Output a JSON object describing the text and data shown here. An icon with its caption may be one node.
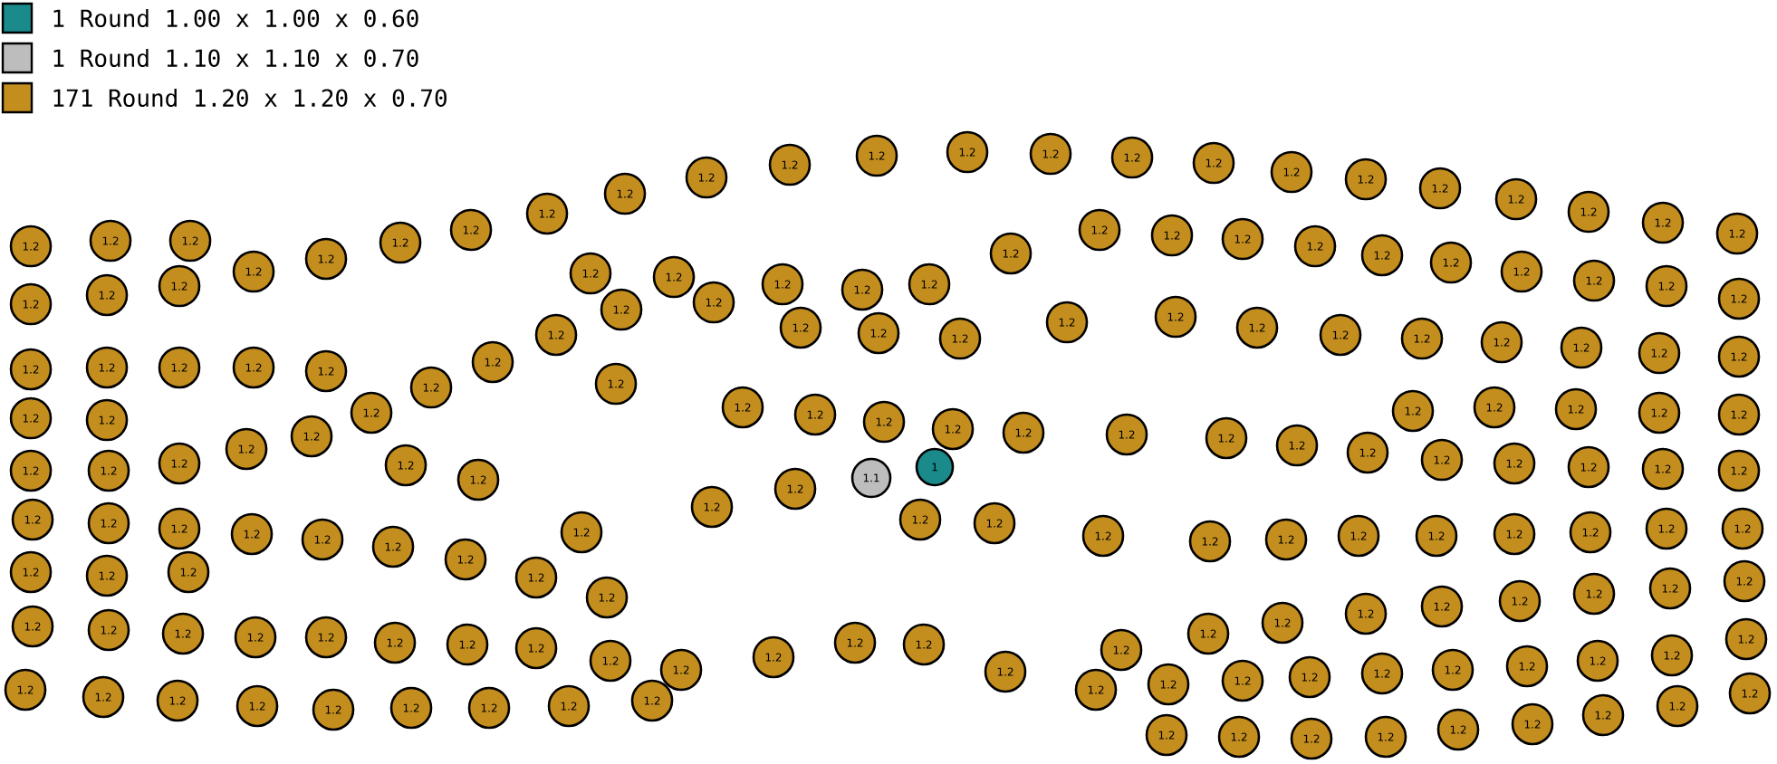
{
  "diagram": {
    "nodes": [
      {
        "text": [
          "1.2"
        ]
      },
      {
        "text": [
          "1.2"
        ]
      },
      {
        "text": [
          "1.2"
        ]
      },
      {
        "text": [
          "1.2"
        ]
      },
      {
        "text": [
          "1.2"
        ]
      },
      {
        "text": [
          "1.2"
        ]
      },
      {
        "text": [
          "1.2"
        ]
      },
      {
        "text": [
          "1.2"
        ]
      },
      {
        "text": [
          "1.2"
        ]
      },
      {
        "text": [
          "1.2"
        ]
      },
      {
        "text": [
          "1.2"
        ]
      },
      {
        "text": [
          "1.2"
        ]
      },
      {
        "text": [
          "1.2"
        ]
      },
      {
        "text": [
          "1.2"
        ]
      },
      {
        "text": [
          "1.2"
        ]
      },
      {
        "text": [
          "1.2"
        ]
      },
      {
        "text": [
          "1.2"
        ]
      },
      {
        "text": [
          "1.2"
        ]
      },
      {
        "text": [
          "1.2"
        ]
      },
      {
        "text": [
          "1.2"
        ]
      },
      {
        "text": [
          "1.2"
        ]
      },
      {
        "text": [
          "1.2"
        ]
      },
      {
        "text": [
          "1.2"
        ]
      },
      {
        "text": [
          "1.2"
        ]
      },
      {
        "text": [
          "1.2"
        ]
      },
      {
        "text": [
          "1.2"
        ]
      },
      {
        "text": [
          "1.2"
        ]
      },
      {
        "text": [
          "1.2"
        ]
      },
      {
        "text": [
          "1.2"
        ]
      },
      {
        "text": [
          "1.2"
        ]
      },
      {
        "text": [
          "1.2"
        ]
      },
      {
        "text": [
          "1.2"
        ]
      },
      {
        "text": [
          "1.2"
        ]
      },
      {
        "text": [
          "1.2"
        ]
      },
      {
        "text": [
          "1.2"
        ]
      },
      {
        "text": [
          "1.2"
        ]
      },
      {
        "text": [
          "1.2"
        ]
      },
      {
        "text": [
          "1.2"
        ]
      },
      {
        "text": [
          "1.2"
        ]
      },
      {
        "text": [
          "1.2"
        ]
      },
      {
        "text": [
          "1.2"
        ]
      },
      {
        "text": [
          "1.2"
        ]
      },
      {
        "text": [
          "1.2"
        ]
      },
      {
        "text": [
          "1.2"
        ]
      },
      {
        "text": [
          "1.2"
        ]
      },
      {
        "text": [
          "1.2"
        ]
      },
      {
        "text": [
          "1.2"
        ]
      },
      {
        "text": [
          "1.2"
        ]
      },
      {
        "text": [
          "1.2"
        ]
      },
      {
        "text": [
          "1.2"
        ]
      },
      {
        "text": [
          "1.2"
        ]
      },
      {
        "text": [
          "1.2"
        ]
      },
      {
        "text": [
          "1.2"
        ]
      },
      {
        "text": [
          "1.2"
        ]
      },
      {
        "text": [
          "1.2"
        ]
      },
      {
        "text": [
          "1.2"
        ]
      },
      {
        "text": [
          "1.2"
        ]
      },
      {
        "text": [
          "1.2"
        ]
      },
      {
        "text": [
          "1.2"
        ]
      },
      {
        "text": [
          "1.2"
        ]
      },
      {
        "text": [
          "1.2"
        ]
      },
      {
        "text": [
          "1.2"
        ]
      },
      {
        "text": [
          "1.2"
        ]
      },
      {
        "text": [
          "1.2"
        ]
      },
      {
        "text": [
          "1.2"
        ]
      },
      {
        "text": [
          "1.2"
        ]
      },
      {
        "text": [
          "1.2"
        ]
      },
      {
        "text": [
          "1.2"
        ]
      },
      {
        "text": [
          "1.2"
        ]
      },
      {
        "text": [
          "1.2"
        ]
      },
      {
        "text": [
          "1.2"
        ]
      },
      {
        "text": [
          "1.2"
        ]
      },
      {
        "text": [
          "1.2"
        ]
      },
      {
        "text": [
          "1.2"
        ]
      },
      {
        "text": [
          "1.2"
        ]
      },
      {
        "text": [
          "1.2"
        ]
      },
      {
        "text": [
          "1.2"
        ]
      },
      {
        "text": [
          "1.2"
        ]
      },
      {
        "text": [
          "1.2"
        ]
      },
      {
        "text": [
          "1.2"
        ]
      },
      {
        "text": [
          "1.2"
        ]
      },
      {
        "text": [
          "1.2"
        ]
      },
      {
        "text": [
          "1.2"
        ]
      },
      {
        "text": [
          "1.2"
        ]
      },
      {
        "text": [
          "1.2"
        ]
      },
      {
        "text": [
          "1.2"
        ]
      },
      {
        "text": [
          "1.2"
        ]
      },
      {
        "text": [
          "1.2"
        ]
      },
      {
        "text": [
          "1.2"
        ]
      },
      {
        "text": [
          "1.2"
        ]
      },
      {
        "text": [
          "1.2"
        ]
      },
      {
        "text": [
          "1.2"
        ]
      },
      {
        "text": [
          "1.2"
        ]
      },
      {
        "text": [
          "1.2"
        ]
      },
      {
        "text": [
          "1.1"
        ]
      },
      {
        "text": [
          "1"
        ]
      },
      {
        "text": [
          "1.2"
        ]
      },
      {
        "text": [
          "1.2"
        ]
      },
      {
        "text": [
          "1.2"
        ]
      },
      {
        "text": [
          "1.2"
        ]
      },
      {
        "text": [
          "1.2"
        ]
      },
      {
        "text": [
          "1.2"
        ]
      },
      {
        "text": [
          "1.2"
        ]
      },
      {
        "text": [
          "1.2"
        ]
      },
      {
        "text": [
          "1.2"
        ]
      },
      {
        "text": [
          "1.2"
        ]
      },
      {
        "text": [
          "1.2"
        ]
      },
      {
        "text": [
          "1.2"
        ]
      },
      {
        "text": [
          "1.2"
        ]
      },
      {
        "text": [
          "1.2"
        ]
      },
      {
        "text": [
          "1.2"
        ]
      },
      {
        "text": [
          "1.2"
        ]
      },
      {
        "text": [
          "1.2"
        ]
      },
      {
        "text": [
          "1.2"
        ]
      },
      {
        "text": [
          "1.2"
        ]
      },
      {
        "text": [
          "1.2"
        ]
      },
      {
        "text": [
          "1.2"
        ]
      },
      {
        "text": [
          "1.2"
        ]
      },
      {
        "text": [
          "1.2"
        ]
      },
      {
        "text": [
          "1.2"
        ]
      },
      {
        "text": [
          "1.2"
        ]
      },
      {
        "text": [
          "1.2"
        ]
      },
      {
        "text": [
          "1.2"
        ]
      },
      {
        "text": [
          "1.2"
        ]
      },
      {
        "text": [
          "1.2"
        ]
      },
      {
        "text": [
          "1.2"
        ]
      },
      {
        "text": [
          "1.2"
        ]
      },
      {
        "text": [
          "1.2"
        ]
      },
      {
        "text": [
          "1.2"
        ]
      },
      {
        "text": [
          "1.2"
        ]
      },
      {
        "text": [
          "1.2"
        ]
      },
      {
        "text": [
          "1.2"
        ]
      },
      {
        "text": [
          "1.2"
        ]
      },
      {
        "text": [
          "1.2"
        ]
      },
      {
        "text": [
          "1.2"
        ]
      },
      {
        "text": [
          "1.2"
        ]
      },
      {
        "text": [
          "1.2"
        ]
      },
      {
        "text": [
          "1.2"
        ]
      },
      {
        "text": [
          "1.2"
        ]
      },
      {
        "text": [
          "1.2"
        ]
      },
      {
        "text": [
          "1.2"
        ]
      },
      {
        "text": [
          "1.2"
        ]
      },
      {
        "text": [
          "1.2"
        ]
      },
      {
        "text": [
          "1.2"
        ]
      },
      {
        "text": [
          "1.2"
        ]
      },
      {
        "text": [
          "1.2"
        ]
      },
      {
        "text": [
          "1.2"
        ]
      },
      {
        "text": [
          "1.2"
        ]
      },
      {
        "text": [
          "1.2"
        ]
      },
      {
        "text": [
          "1.2"
        ]
      },
      {
        "text": [
          "1.2"
        ]
      },
      {
        "text": [
          "1.2"
        ]
      },
      {
        "text": [
          "1.2"
        ]
      },
      {
        "text": [
          "1.2"
        ]
      },
      {
        "text": [
          "1.2"
        ]
      },
      {
        "text": [
          "1.2"
        ]
      },
      {
        "text": [
          "1.2"
        ]
      },
      {
        "text": [
          "1.2"
        ]
      },
      {
        "text": [
          "1.2"
        ]
      },
      {
        "text": [
          "1.2"
        ]
      },
      {
        "text": [
          "1.2"
        ]
      },
      {
        "text": [
          "1.2"
        ]
      },
      {
        "text": [
          "1.2"
        ]
      },
      {
        "text": [
          "1.2"
        ]
      },
      {
        "text": [
          "1.2"
        ]
      },
      {
        "text": [
          "1.2"
        ]
      },
      {
        "text": [
          "1.2"
        ]
      },
      {
        "text": [
          "1.2"
        ]
      },
      {
        "text": [
          "1.2"
        ]
      },
      {
        "text": [
          "1.2"
        ]
      },
      {
        "text": [
          "1.2"
        ]
      },
      {
        "text": [
          "1.2"
        ]
      },
      {
        "text": [
          "1.2"
        ]
      }
    ],
    "legend": [
      {
        "text": "1 Round 1.00 x 1.00 x 0.60",
        "color": "#1a8a8a"
      },
      {
        "text": "1 Round 1.10 x 1.10 x 0.70",
        "color": "#bdbdbd"
      },
      {
        "text": "171 Round 1.20 x 1.20 x 0.70",
        "color": "#c48e1e"
      }
    ]
  }
}
